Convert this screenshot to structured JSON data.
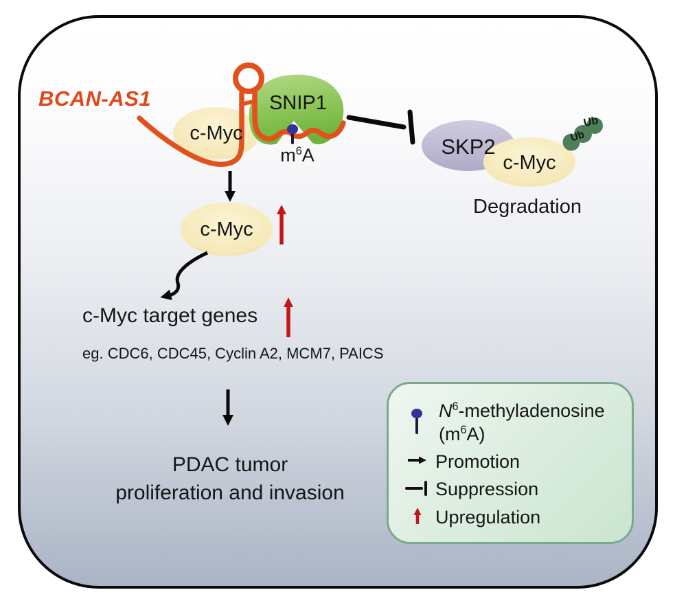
{
  "molecules": {
    "bcan_as1": "BCAN-AS1",
    "snip1": "SNIP1",
    "cmyc_top": "c-Myc",
    "cmyc_mid": "c-Myc",
    "cmyc_right": "c-Myc",
    "skp2": "SKP2",
    "ub_upper": "Ub",
    "ub_lower": "Ub"
  },
  "m6a_site": {
    "base": "m",
    "sup": "6",
    "tail": "A"
  },
  "degradation_label": "Degradation",
  "target_genes": {
    "heading": "c-Myc target genes",
    "examples": "eg. CDC6, CDC45, Cyclin A2, MCM7, PAICS"
  },
  "outcome": {
    "line1": "PDAC tumor",
    "line2": "proliferation and invasion"
  },
  "legend": {
    "m6a": {
      "prefix": "N",
      "sup": "6",
      "rest": "-methyladenosine",
      "line2_open": "(m",
      "line2_sup": "6",
      "line2_close": "A)"
    },
    "promotion": "Promotion",
    "suppression": "Suppression",
    "upregulation": "Upregulation"
  },
  "icons": {
    "rna_mark": "lollipop-m6a-icon",
    "promotion": "arrow-right-icon",
    "suppression": "t-bar-icon",
    "upregulation": "arrow-up-red-icon"
  },
  "colors": {
    "rna_orange": "#e2511c",
    "bcan_text_orange": "#e0481c",
    "cmyc_yellow": "#f4e6b2",
    "snip1_green": "#7fbc46",
    "skp2_lavender": "#bcb9d3",
    "ub_green": "#4e7f58",
    "m6a_blue": "#32329b",
    "upregulation_red": "#c21718",
    "panel_bottom": "#aab4c5",
    "legend_fill": "#d9ecdc",
    "legend_border": "#7aa98e",
    "arrow_black": "#0a0a0a"
  }
}
